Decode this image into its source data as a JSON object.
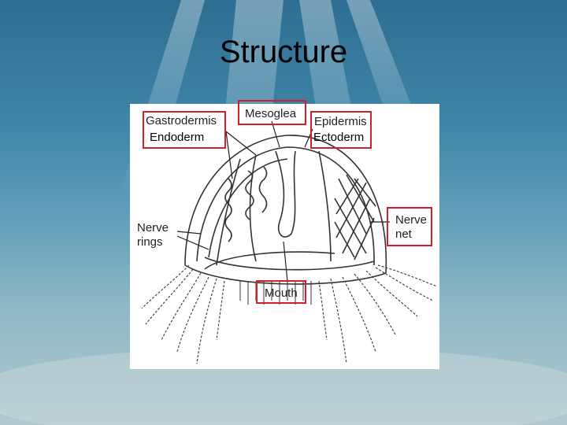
{
  "slide": {
    "title": "Structure"
  },
  "diagram": {
    "labels": {
      "gastrodermis": "Gastrodermis",
      "mesoglea": "Mesoglea",
      "epidermis": "Epidermis",
      "nerve_rings_1": "Nerve",
      "nerve_rings_2": "rings",
      "nerve_net_1": "Nerve",
      "nerve_net_2": "net",
      "mouth": "Mouth"
    },
    "annotations": {
      "endoderm": "Endoderm",
      "ectoderm": "Ectoderm"
    },
    "highlight_color": "#d0202a"
  }
}
